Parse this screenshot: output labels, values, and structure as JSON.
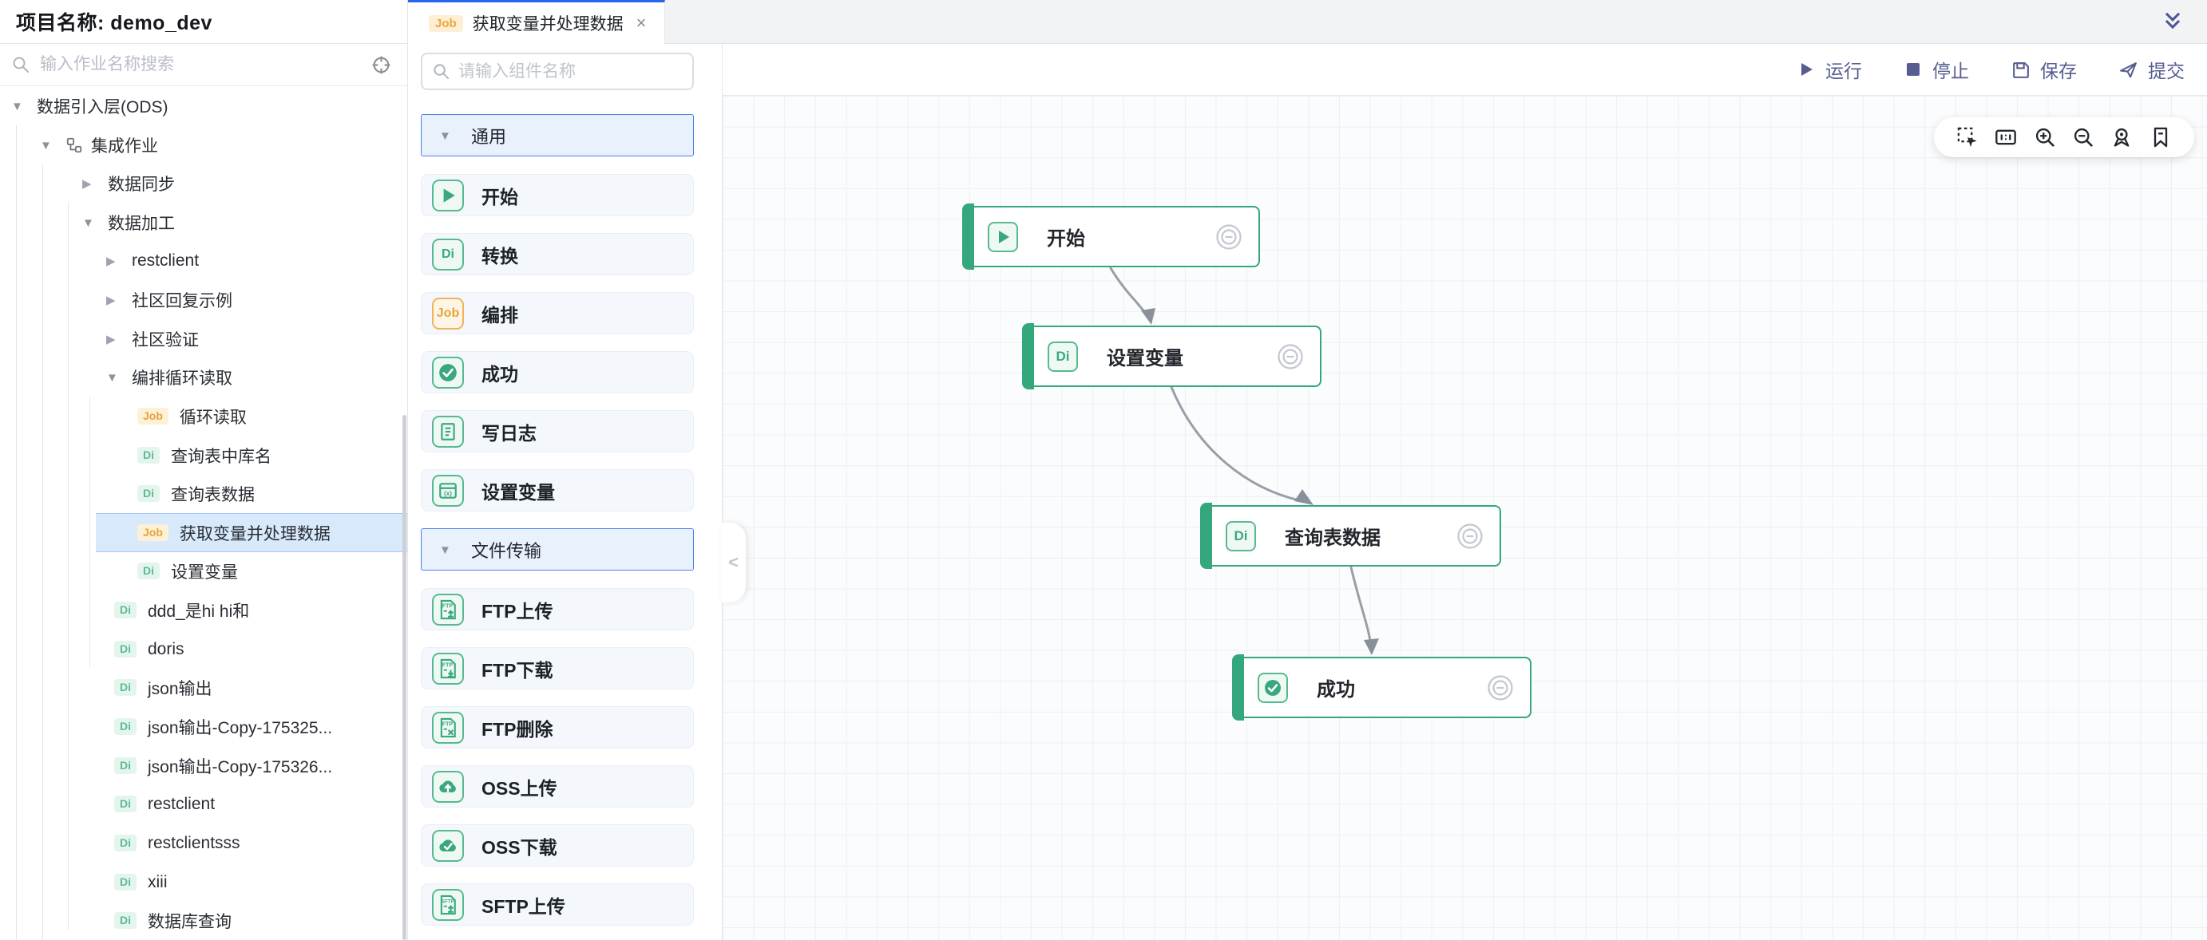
{
  "header": {
    "project_label": "项目名称:",
    "project_name": "demo_dev"
  },
  "sidebar": {
    "search_placeholder": "输入作业名称搜索",
    "tree": [
      {
        "label": "数据引入层(ODS)"
      },
      {
        "label": "集成作业"
      },
      {
        "label": "数据同步"
      },
      {
        "label": "数据加工"
      },
      {
        "label": "restclient"
      },
      {
        "label": "社区回复示例"
      },
      {
        "label": "社区验证"
      },
      {
        "label": "编排循环读取"
      },
      {
        "label": "循环读取",
        "badge": "Job"
      },
      {
        "label": "查询表中库名",
        "badge": "Di"
      },
      {
        "label": "查询表数据",
        "badge": "Di"
      },
      {
        "label": "获取变量并处理数据",
        "badge": "Job"
      },
      {
        "label": "设置变量",
        "badge": "Di"
      },
      {
        "label": "ddd_是hi hi和",
        "badge": "Di"
      },
      {
        "label": "doris",
        "badge": "Di"
      },
      {
        "label": "json输出",
        "badge": "Di"
      },
      {
        "label": "json输出-Copy-175325...",
        "badge": "Di"
      },
      {
        "label": "json输出-Copy-175326...",
        "badge": "Di"
      },
      {
        "label": "restclient",
        "badge": "Di"
      },
      {
        "label": "restclientsss",
        "badge": "Di"
      },
      {
        "label": "xiii",
        "badge": "Di"
      },
      {
        "label": "数据库查询",
        "badge": "Di"
      }
    ]
  },
  "tab": {
    "badge": "Job",
    "title": "获取变量并处理数据",
    "close": "×"
  },
  "palette": {
    "search_placeholder": "请输入组件名称",
    "sections": [
      {
        "label": "通用",
        "items": [
          {
            "label": "开始"
          },
          {
            "label": "转换",
            "icon_text": "Di"
          },
          {
            "label": "编排",
            "icon_text": "Job"
          },
          {
            "label": "成功"
          },
          {
            "label": "写日志"
          },
          {
            "label": "设置变量"
          }
        ]
      },
      {
        "label": "文件传输",
        "items": [
          {
            "label": "FTP上传",
            "icon_text": "FTP"
          },
          {
            "label": "FTP下载",
            "icon_text": "FTP"
          },
          {
            "label": "FTP删除",
            "icon_text": "FTP"
          },
          {
            "label": "OSS上传"
          },
          {
            "label": "OSS下载"
          },
          {
            "label": "SFTP上传",
            "icon_text": "SFTP"
          }
        ]
      }
    ]
  },
  "toolbar": {
    "run": "运行",
    "stop": "停止",
    "save": "保存",
    "submit": "提交"
  },
  "workflow": {
    "nodes": [
      {
        "label": "开始"
      },
      {
        "label": "设置变量",
        "icon_text": "Di"
      },
      {
        "label": "查询表数据",
        "icon_text": "Di"
      },
      {
        "label": "成功"
      }
    ]
  },
  "colors": {
    "accent_green": "#34a77d",
    "accent_blue": "#2866f2",
    "toolbar_indigo": "#575d91",
    "job_badge_bg": "#fcf0d6",
    "job_badge_text": "#e8a23c",
    "di_badge_bg": "#e4f5ed",
    "di_badge_text": "#5cbb92",
    "edge_gray": "#999fa8",
    "selected_row_bg": "#d9e9fc"
  }
}
